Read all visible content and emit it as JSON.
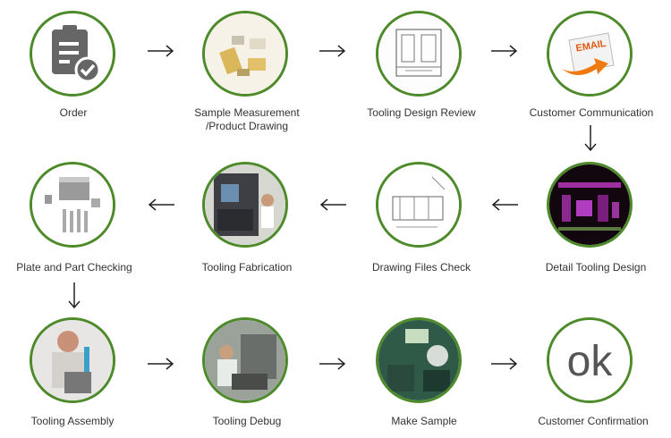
{
  "steps": [
    {
      "label": "Order",
      "icon": "clipboard-check-icon"
    },
    {
      "label": "Sample Measurement\n/Product Drawing",
      "icon": "parts-photo"
    },
    {
      "label": "Tooling Design Review",
      "icon": "drawing-photo"
    },
    {
      "label": "Customer Communication",
      "icon": "email-icon"
    },
    {
      "label": "Detail Tooling Design",
      "icon": "cad-screen-photo"
    },
    {
      "label": "Drawing Files Check",
      "icon": "blueprint-photo"
    },
    {
      "label": "Tooling Fabrication",
      "icon": "machine-photo"
    },
    {
      "label": "Plate and Part Checking",
      "icon": "plates-photo"
    },
    {
      "label": "Tooling Assembly",
      "icon": "assembly-photo"
    },
    {
      "label": "Tooling Debug",
      "icon": "debug-photo"
    },
    {
      "label": "Make Sample",
      "icon": "sample-photo"
    },
    {
      "label": "Customer Confirmation",
      "icon": "ok-text"
    }
  ],
  "ok_text": "ok",
  "email_text": "EMAIL",
  "colors": {
    "ring": "#4d8a2a",
    "text": "#333333"
  }
}
